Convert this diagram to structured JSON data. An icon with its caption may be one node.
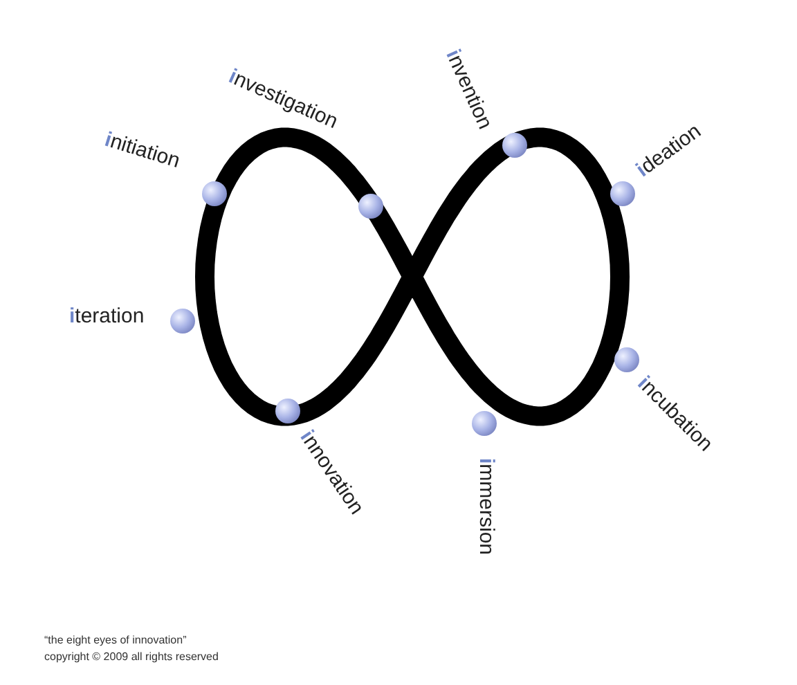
{
  "diagram": {
    "caption": "“the eight eyes of innovation”",
    "labels": [
      "initiation",
      "investigation",
      "invention",
      "ideation",
      "iteration",
      "incubation",
      "innovation",
      "immersion",
      "copyright © 2009 all rights reserved"
    ]
  }
}
